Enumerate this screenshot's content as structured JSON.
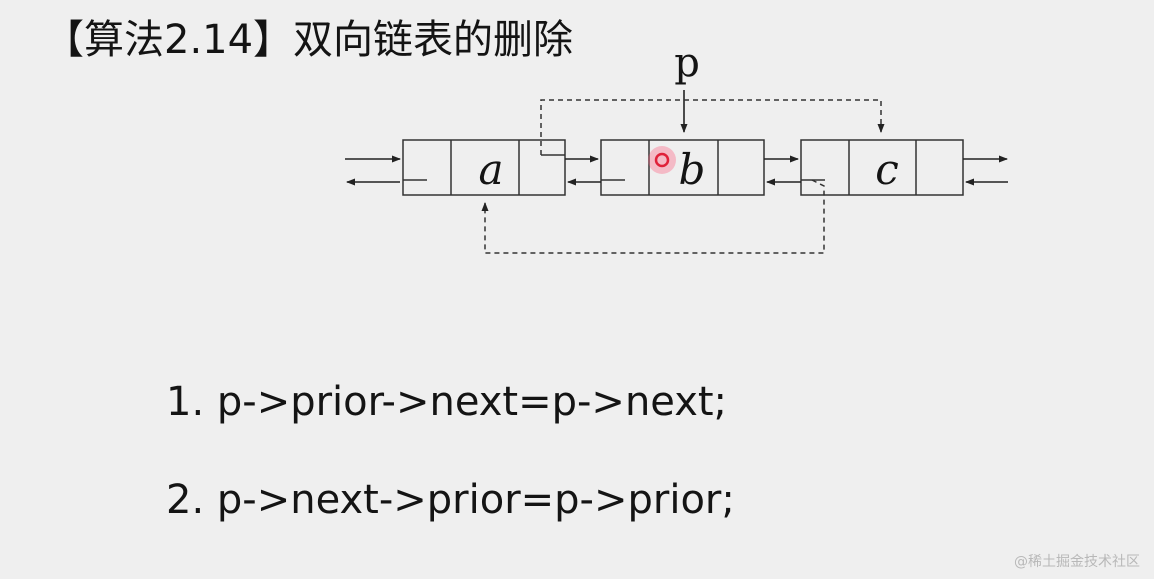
{
  "title": "【算法2.14】双向链表的删除",
  "diagram": {
    "pointer_label": "p",
    "nodes": [
      {
        "value": "a"
      },
      {
        "value": "b"
      },
      {
        "value": "c"
      }
    ],
    "highlight_color": "#e0213a"
  },
  "code": [
    "1. p->prior->next=p->next;",
    "2. p->next->prior=p->prior;"
  ],
  "watermark": "@稀土掘金技术社区"
}
